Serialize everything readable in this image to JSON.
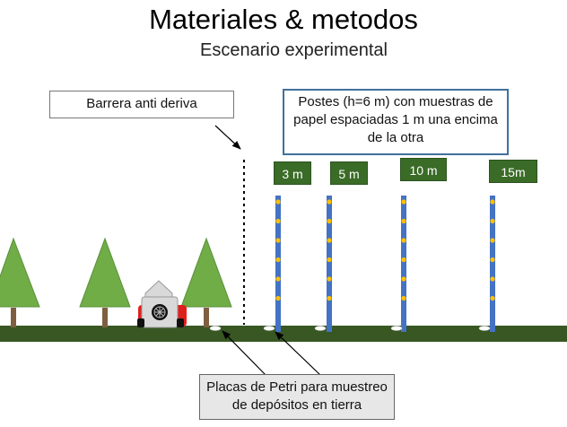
{
  "title": "Materiales & metodos",
  "subtitle": "Escenario experimental",
  "labels": {
    "barrier": "Barrera anti deriva",
    "poles_line1": "Postes (h=6 m) con muestras de",
    "poles_line2": "papel espaciadas 1 m una encima",
    "poles_line3": "de la otra",
    "petri_line1": "Placas de Petri para muestreo",
    "petri_line2": "de depósitos en tierra"
  },
  "distances": [
    "3 m",
    "5 m",
    "10 m",
    "15m"
  ],
  "colors": {
    "ground": "#385723",
    "tree_canopy": "#70ad47",
    "tree_trunk": "#7f5f3f",
    "pole": "#4472c4",
    "sample": "#ffc000",
    "sprayer_body": "#d9d9d9",
    "sprayer_base": "#e0201b",
    "distance_label_bg": "#3a6b27",
    "poles_box_border": "#41719c"
  }
}
